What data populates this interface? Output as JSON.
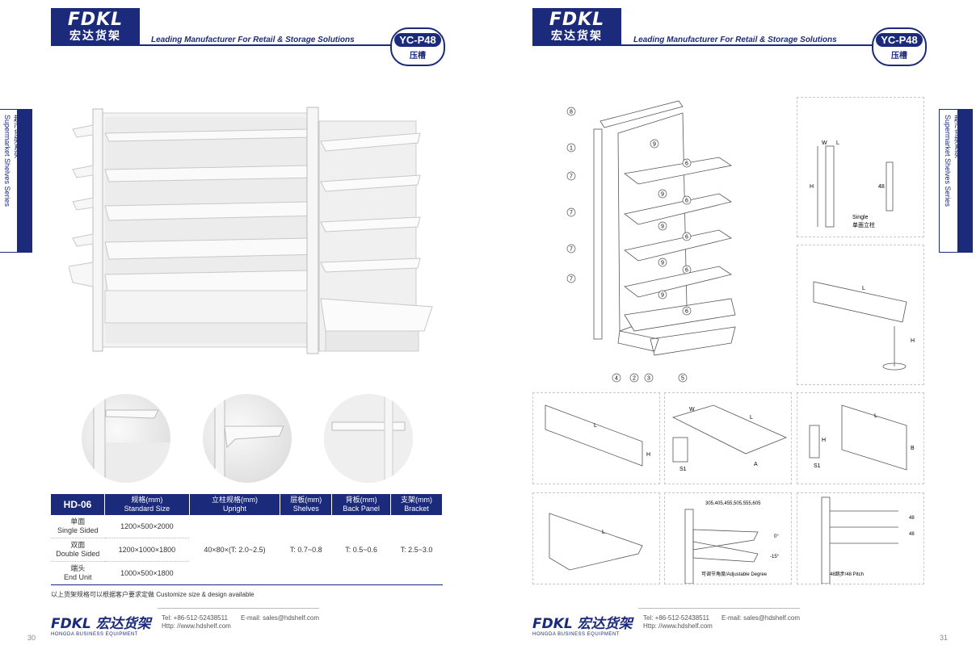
{
  "brand": {
    "logo_top": "FDKL",
    "logo_cn": "宏达货架",
    "tagline": "Leading Manufacturer For Retail & Storage Solutions"
  },
  "badge": {
    "code": "YC-P48",
    "sub": "压槽"
  },
  "side_tab": {
    "en": "Supermarket Shelves Series",
    "cn": "超市货架系列"
  },
  "table": {
    "model": "HD-06",
    "columns": [
      {
        "cn": "规格(mm)",
        "en": "Standard Size"
      },
      {
        "cn": "立柱规格(mm)",
        "en": "Upright"
      },
      {
        "cn": "层板(mm)",
        "en": "Shelves"
      },
      {
        "cn": "背板(mm)",
        "en": "Back Panel"
      },
      {
        "cn": "支架(mm)",
        "en": "Bracket"
      }
    ],
    "rows": [
      {
        "type_cn": "单面",
        "type_en": "Single Sided",
        "size": "1200×500×2000"
      },
      {
        "type_cn": "双面",
        "type_en": "Double Sided",
        "size": "1200×1000×1800"
      },
      {
        "type_cn": "端头",
        "type_en": "End Unit",
        "size": "1000×500×1800"
      }
    ],
    "upright": "40×80×(T: 2.0~2.5)",
    "shelves": "T: 0.7~0.8",
    "back_panel": "T: 0.5~0.6",
    "bracket": "T: 2.5~3.0",
    "note": "以上货架规格可以根据客户要求定做  Customize size & design available"
  },
  "footer": {
    "logo": "FDKL 宏达货架",
    "logo_sub": "HONGDA BUSINESS EQUIPMENT",
    "tel": "Tel: +86-512-52438511",
    "http": "Http: //www.hdshelf.com",
    "email": "E-mail: sales@hdshelf.com"
  },
  "pages": {
    "left": "30",
    "right": "31"
  },
  "exploded": {
    "callouts_left": [
      "8",
      "1",
      "7",
      "7",
      "7",
      "7"
    ],
    "callouts_inner": [
      "9",
      "6",
      "9",
      "6",
      "9",
      "6",
      "9",
      "6",
      "9",
      "6"
    ],
    "callouts_bottom": [
      "4",
      "2",
      "3",
      "5"
    ]
  },
  "diagrams": {
    "single_upright": {
      "w": "W",
      "l": "L",
      "h": "H",
      "pitch": "48",
      "label_en": "Single",
      "label_cn": "单面立柱"
    },
    "base": {
      "l": "L",
      "h": "H"
    },
    "kick": {
      "l": "L",
      "h": "H"
    },
    "shelf": {
      "w": "W",
      "l": "L",
      "a": "A",
      "s": "S1"
    },
    "back": {
      "l": "L",
      "h": "H",
      "b": "B",
      "s": "S1"
    },
    "bracket": {
      "l": "L"
    },
    "adjustable": {
      "sizes": "305,405,455,505,555,605",
      "deg0": "0°",
      "deg15": "-15°",
      "caption": "可调节角度/Adjustable Degree"
    },
    "pitch": {
      "p1": "48",
      "p2": "48",
      "caption": "48跳步/48 Pitch"
    }
  }
}
